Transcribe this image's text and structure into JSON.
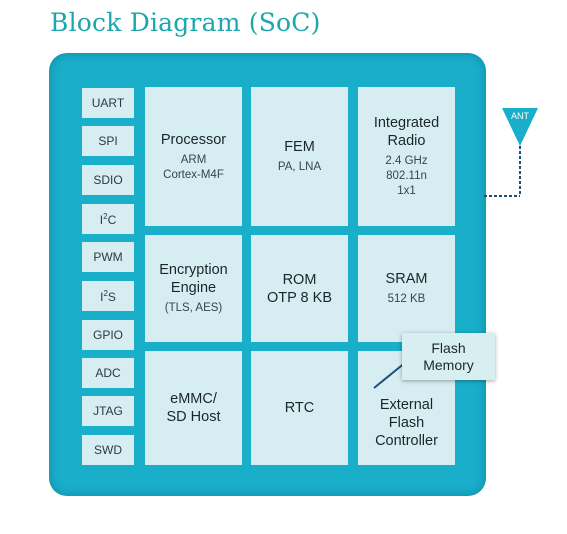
{
  "title": "Block Diagram (SoC)",
  "pins": [
    "UART",
    "SPI",
    "SDIO",
    "I2C",
    "PWM",
    "I2S",
    "GPIO",
    "ADC",
    "JTAG",
    "SWD"
  ],
  "blocks": {
    "processor": {
      "title": "Processor",
      "sub1": "ARM",
      "sub2": "Cortex-M4F"
    },
    "fem": {
      "title": "FEM",
      "sub1": "PA, LNA"
    },
    "radio": {
      "title1": "Integrated",
      "title2": "Radio",
      "sub1": "2.4 GHz",
      "sub2": "802.11n",
      "sub3": "1x1"
    },
    "encryption": {
      "title1": "Encryption",
      "title2": "Engine",
      "sub1": "(TLS, AES)"
    },
    "rom": {
      "title1": "ROM",
      "title2": "OTP 8 KB"
    },
    "sram": {
      "title": "SRAM",
      "sub1": "512 KB"
    },
    "emmc": {
      "title1": "eMMC/",
      "title2": "SD Host"
    },
    "rtc": {
      "title": "RTC"
    },
    "ext_flash": {
      "title1": "External",
      "title2": "Flash",
      "title3": "Controller"
    },
    "flash_memory": {
      "title1": "Flash",
      "title2": "Memory"
    }
  },
  "antenna": {
    "label": "ANT"
  },
  "colors": {
    "title": "#1aa7ae",
    "chip": "#19aeca",
    "block": "#d6eef1",
    "connector": "#1b4f7a"
  }
}
